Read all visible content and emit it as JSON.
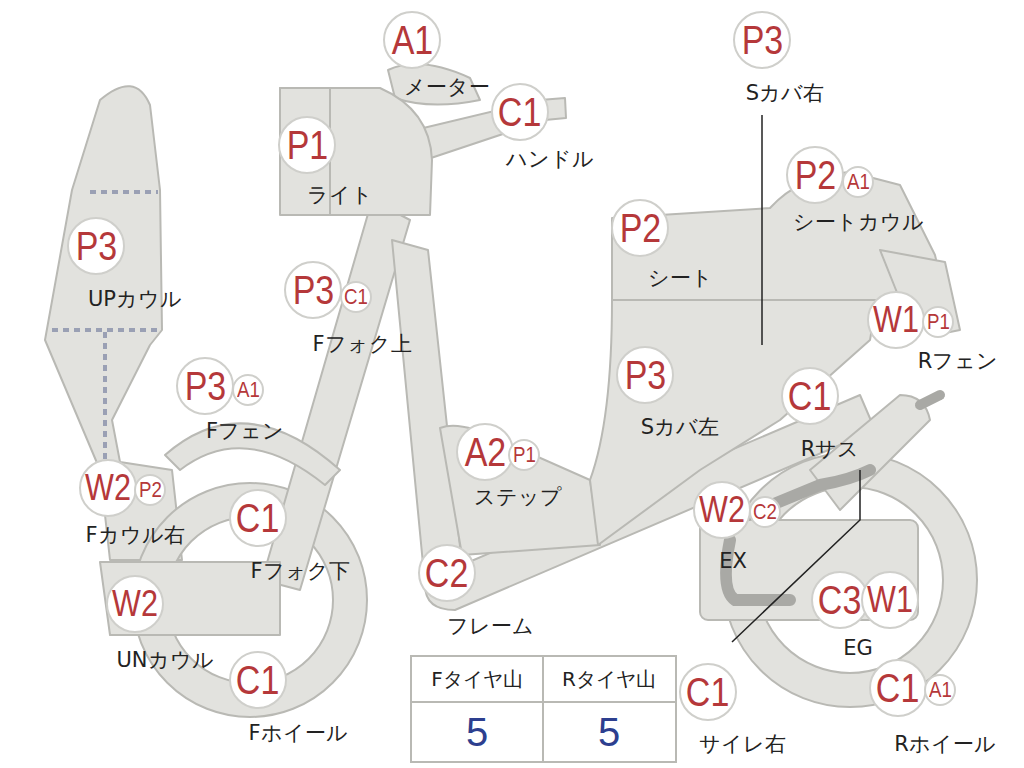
{
  "diagram": {
    "nodes": [
      {
        "text": [
          "A1"
        ]
      },
      {
        "text": [
          "C1"
        ]
      },
      {
        "text": [
          "P1"
        ]
      },
      {
        "text": [
          "P3"
        ]
      },
      {
        "text": [
          "P2"
        ]
      },
      {
        "text": [
          "A1"
        ]
      },
      {
        "text": [
          "P2"
        ]
      },
      {
        "text": [
          "P3"
        ]
      },
      {
        "text": [
          "P3"
        ]
      },
      {
        "text": [
          "C1"
        ]
      },
      {
        "text": [
          "W1"
        ]
      },
      {
        "text": [
          "P1"
        ]
      },
      {
        "text": [
          "P3"
        ]
      },
      {
        "text": [
          "P3"
        ]
      },
      {
        "text": [
          "A1"
        ]
      },
      {
        "text": [
          "C1"
        ]
      },
      {
        "text": [
          "A2"
        ]
      },
      {
        "text": [
          "P1"
        ]
      },
      {
        "text": [
          "W2"
        ]
      },
      {
        "text": [
          "P2"
        ]
      },
      {
        "text": [
          "C1"
        ]
      },
      {
        "text": [
          "W2"
        ]
      },
      {
        "text": [
          "C2"
        ]
      },
      {
        "text": [
          "C2"
        ]
      },
      {
        "text": [
          "C3"
        ]
      },
      {
        "text": [
          "W1"
        ]
      },
      {
        "text": [
          "W2"
        ]
      },
      {
        "text": [
          "C1"
        ]
      },
      {
        "text": [
          "C1"
        ]
      },
      {
        "text": [
          "C1"
        ]
      },
      {
        "text": [
          "A1"
        ]
      }
    ],
    "labels": [
      "メーター",
      "ハンドル",
      "ライト",
      "Sカバ右",
      "シートカウル",
      "シート",
      "UPカウル",
      "Fフォク上",
      "Rフェン",
      "Sカバ左",
      "Fフェン",
      "Rサス",
      "ステップ",
      "Fカウル右",
      "Fフォク下",
      "EX",
      "フレーム",
      "EG",
      "UNカウル",
      "Fホイール",
      "サイレ右",
      "Rホイール",
      "Fタイヤ山",
      "Rタイヤ山",
      "5",
      "5"
    ]
  }
}
